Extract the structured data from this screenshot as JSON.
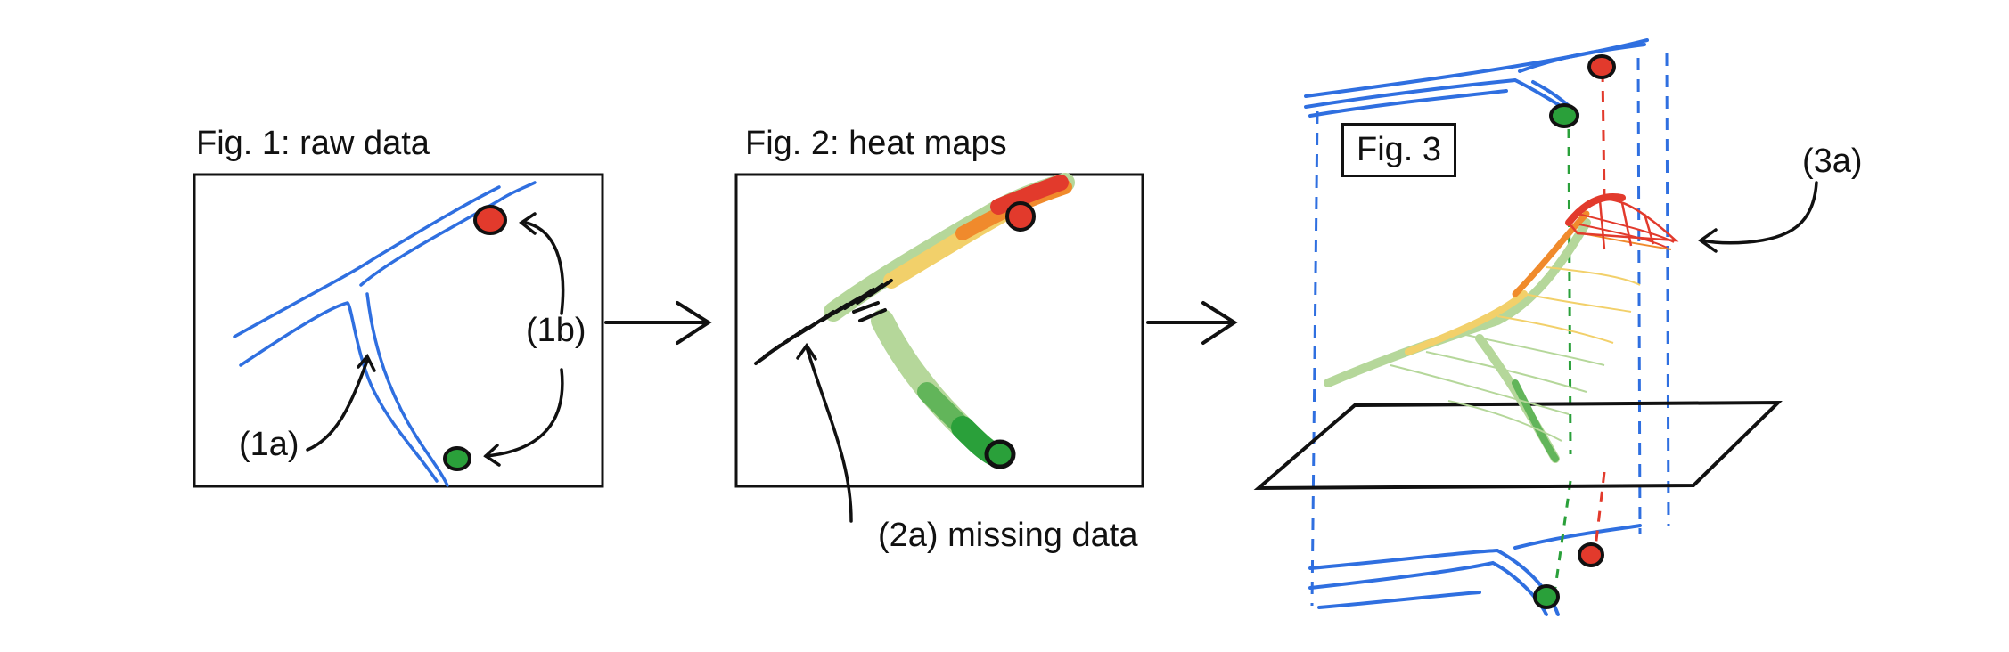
{
  "fig1": {
    "title": "Fig. 1: raw data",
    "label_1a": "(1a)",
    "label_1b": "(1b)"
  },
  "fig2": {
    "title": "Fig. 2: heat maps",
    "label_2a": "(2a) missing data"
  },
  "fig3": {
    "title": "Fig. 3",
    "label_3a": "(3a)"
  },
  "colors": {
    "road": "#2f6fe0",
    "high": "#e23a2c",
    "mid_high": "#f08a2c",
    "mid": "#f2d06a",
    "mid_low": "#b5d79a",
    "low": "#2aa03a",
    "ink": "#111111"
  },
  "icons": [
    "red-marker-icon",
    "green-marker-icon",
    "arrow-icon",
    "hatch-icon"
  ]
}
